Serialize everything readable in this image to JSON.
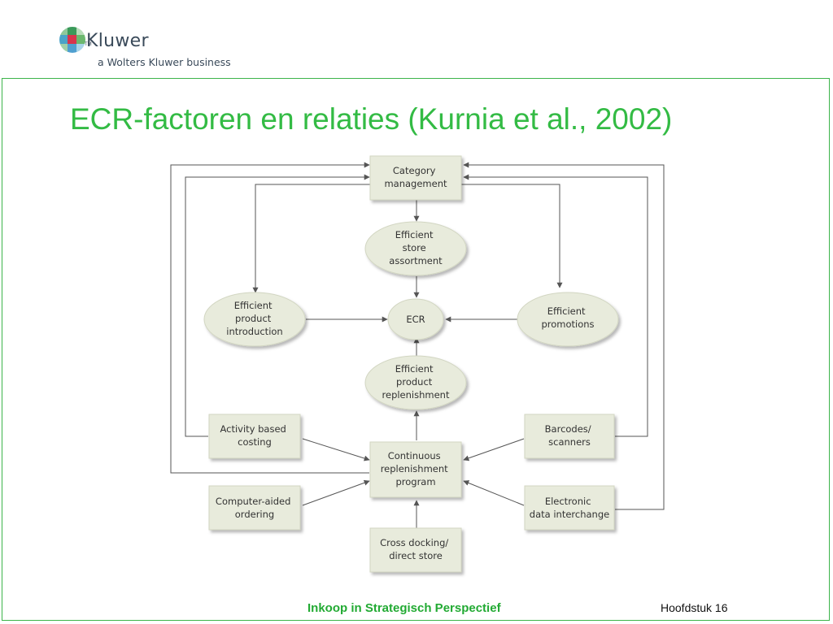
{
  "brand": {
    "name": "Kluwer",
    "tm": "TM",
    "tagline": "a Wolters Kluwer business"
  },
  "slide": {
    "title": "ECR-factoren en relaties (Kurnia et al., 2002)"
  },
  "diagram": {
    "nodes": {
      "category_management": [
        "Category",
        "management"
      ],
      "efficient_store_assortment": [
        "Efficient",
        "store",
        "assortment"
      ],
      "efficient_product_introduction": [
        "Efficient",
        "product",
        "introduction"
      ],
      "ecr": [
        "ECR"
      ],
      "efficient_promotions": [
        "Efficient",
        "promotions"
      ],
      "efficient_product_replenishment": [
        "Efficient",
        "product",
        "replenishment"
      ],
      "activity_based_costing": [
        "Activity based",
        "costing"
      ],
      "continuous_replenishment_program": [
        "Continuous",
        "replenishment",
        "program"
      ],
      "barcodes_scanners": [
        "Barcodes/",
        "scanners"
      ],
      "computer_aided_ordering": [
        "Computer-aided",
        "ordering"
      ],
      "electronic_data_interchange": [
        "Electronic",
        "data interchange"
      ],
      "cross_docking": [
        "Cross docking/",
        "direct store"
      ]
    }
  },
  "footer": {
    "book_title": "Inkoop in Strategisch Perspectief",
    "chapter": "Hoofdstuk 16"
  }
}
